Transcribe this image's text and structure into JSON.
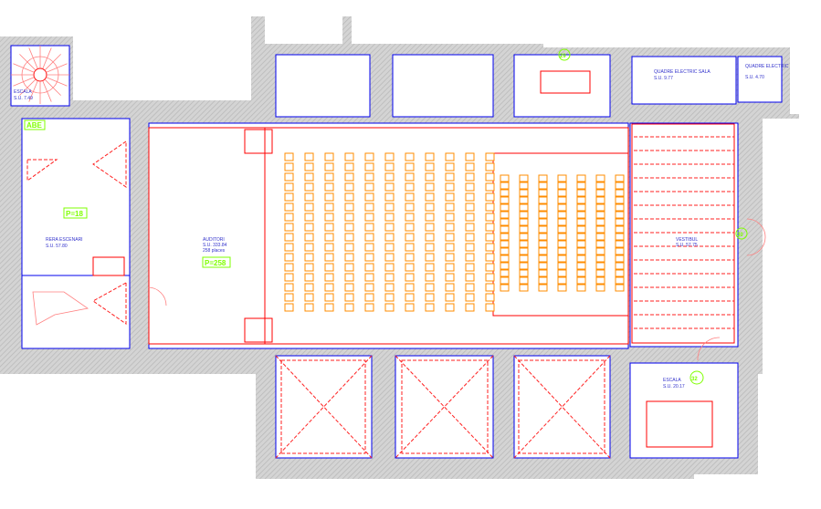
{
  "rooms": {
    "escala_top": {
      "name": "ESCALA",
      "area": "S.U. 7.49"
    },
    "rera_escenari": {
      "name": "RERA ESCENARI",
      "area": "S.U. 57.80",
      "capacity": "P=18"
    },
    "auditori": {
      "name": "AUDITORI",
      "area": "S.U. 333.84",
      "places": "258 places",
      "capacity": "P=258"
    },
    "quadre_sala": {
      "name": "QUADRE ELECTRIC SALA",
      "area": "S.U. 9.77"
    },
    "quadre": {
      "name": "QUADRE ELECTRIC",
      "area": "S.U. 4.70"
    },
    "vestibul": {
      "name": "VESTIBUL",
      "area": "S.U. 57.75"
    },
    "escala_bottom": {
      "name": "ESCALA",
      "area": "S.U. 20.17"
    }
  },
  "markers": {
    "abe": "ABE",
    "exit_right": "30",
    "exit_bottom": "32",
    "exit_top": "29"
  },
  "seating": {
    "left_columns": 11,
    "right_columns": 7,
    "rows": 16
  },
  "colors": {
    "wall": "#0000ee",
    "furniture": "#ff0000",
    "seat": "#ff8c00",
    "tag": "#7fff00"
  }
}
